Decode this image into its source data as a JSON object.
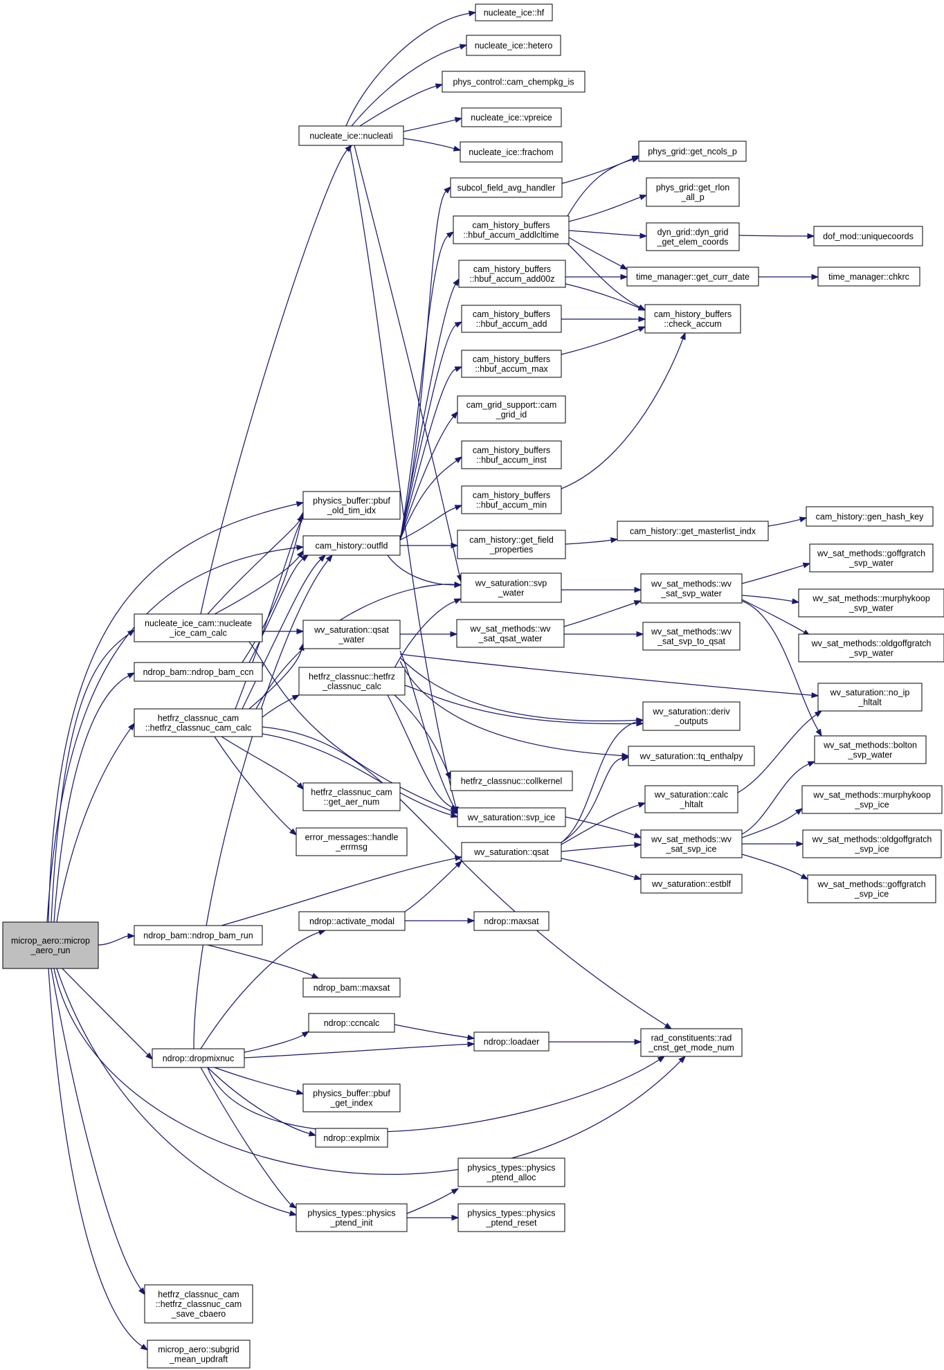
{
  "colors": {
    "edge": "#191970",
    "node_border": "#000000",
    "node_fill": "#ffffff",
    "root_fill": "#bfbfbf",
    "background": "#ffffff"
  },
  "nodes": {
    "root": [
      "microp_aero::microp",
      "_aero_run"
    ],
    "n_hf": [
      "nucleate_ice::hf"
    ],
    "n_hetero": [
      "nucleate_ice::hetero"
    ],
    "n_chempkg": [
      "phys_control::cam_chempkg_is"
    ],
    "n_vpreice": [
      "nucleate_ice::vpreice"
    ],
    "n_frachom": [
      "nucleate_ice::frachom"
    ],
    "n_nucleati": [
      "nucleate_ice::nucleati"
    ],
    "n_ncols": [
      "phys_grid::get_ncols_p"
    ],
    "n_subcol": [
      "subcol_field_avg_handler"
    ],
    "n_rlon": [
      "phys_grid::get_rlon",
      "_all_p"
    ],
    "n_addlcltime": [
      "cam_history_buffers",
      "::hbuf_accum_addlcltime"
    ],
    "n_dyngrid": [
      "dyn_grid::dyn_grid",
      "_get_elem_coords"
    ],
    "n_uniquecoords": [
      "dof_mod::uniquecoords"
    ],
    "n_add00z": [
      "cam_history_buffers",
      "::hbuf_accum_add00z"
    ],
    "n_currdate": [
      "time_manager::get_curr_date"
    ],
    "n_chkrc": [
      "time_manager::chkrc"
    ],
    "n_add": [
      "cam_history_buffers",
      "::hbuf_accum_add"
    ],
    "n_checkaccum": [
      "cam_history_buffers",
      "::check_accum"
    ],
    "n_max": [
      "cam_history_buffers",
      "::hbuf_accum_max"
    ],
    "n_gridid": [
      "cam_grid_support::cam",
      "_grid_id"
    ],
    "n_inst": [
      "cam_history_buffers",
      "::hbuf_accum_inst"
    ],
    "n_min": [
      "cam_history_buffers",
      "::hbuf_accum_min"
    ],
    "n_pbufold": [
      "physics_buffer::pbuf",
      "_old_tim_idx"
    ],
    "n_genhash": [
      "cam_history::gen_hash_key"
    ],
    "n_outfld": [
      "cam_history::outfld"
    ],
    "n_getfield": [
      "cam_history::get_field",
      "_properties"
    ],
    "n_masterlist": [
      "cam_history::get_masterlist_indx"
    ],
    "n_goffgratch_w": [
      "wv_sat_methods::goffgratch",
      "_svp_water"
    ],
    "n_svpwater": [
      "wv_saturation::svp",
      "_water"
    ],
    "n_wvsatsvpwater": [
      "wv_sat_methods::wv",
      "_sat_svp_water"
    ],
    "n_murphy_w": [
      "wv_sat_methods::murphykoop",
      "_svp_water"
    ],
    "n_nicecalc": [
      "nucleate_ice_cam::nucleate",
      "_ice_cam_calc"
    ],
    "n_qsatwater": [
      "wv_saturation::qsat",
      "_water"
    ],
    "n_wvsatqsat": [
      "wv_sat_methods::wv",
      "_sat_qsat_water"
    ],
    "n_svptoqsat": [
      "wv_sat_methods::wv",
      "_sat_svp_to_qsat"
    ],
    "n_oldgoff_w": [
      "wv_sat_methods::oldgoffgratch",
      "_svp_water"
    ],
    "n_bamccn": [
      "ndrop_bam::ndrop_bam_ccn"
    ],
    "n_classnuccalc": [
      "hetfrz_classnuc::hetfrz",
      "_classnuc_calc"
    ],
    "n_noip": [
      "wv_saturation::no_ip",
      "_hltalt"
    ],
    "n_derivout": [
      "wv_saturation::deriv",
      "_outputs"
    ],
    "n_hetfrzcalc": [
      "hetfrz_classnuc_cam",
      "::hetfrz_classnuc_cam_calc"
    ],
    "n_bolton": [
      "wv_sat_methods::bolton",
      "_svp_water"
    ],
    "n_tqenth": [
      "wv_saturation::tq_enthalpy"
    ],
    "n_collkernel": [
      "hetfrz_classnuc::collkernel"
    ],
    "n_aernum": [
      "hetfrz_classnuc_cam",
      "::get_aer_num"
    ],
    "n_calchltalt": [
      "wv_saturation::calc",
      "_hltalt"
    ],
    "n_murphy_i": [
      "wv_sat_methods::murphykoop",
      "_svp_ice"
    ],
    "n_svpice": [
      "wv_saturation::svp_ice"
    ],
    "n_errmsg": [
      "error_messages::handle",
      "_errmsg"
    ],
    "n_wvsatsvpice": [
      "wv_sat_methods::wv",
      "_sat_svp_ice"
    ],
    "n_oldgoff_i": [
      "wv_sat_methods::oldgoffgratch",
      "_svp_ice"
    ],
    "n_qsat": [
      "wv_saturation::qsat"
    ],
    "n_estblf": [
      "wv_saturation::estblf"
    ],
    "n_goff_i": [
      "wv_sat_methods::goffgratch",
      "_svp_ice"
    ],
    "n_activate": [
      "ndrop::activate_modal"
    ],
    "n_ndropmaxsat": [
      "ndrop::maxsat"
    ],
    "n_bamrun": [
      "ndrop_bam::ndrop_bam_run"
    ],
    "n_bammaxsat": [
      "ndrop_bam::maxsat"
    ],
    "n_ccncalc": [
      "ndrop::ccncalc"
    ],
    "n_radcnst": [
      "rad_constituents::rad",
      "_cnst_get_mode_num"
    ],
    "n_loadaer": [
      "ndrop::loadaer"
    ],
    "n_dropmix": [
      "ndrop::dropmixnuc"
    ],
    "n_pbufidx": [
      "physics_buffer::pbuf",
      "_get_index"
    ],
    "n_explmix": [
      "ndrop::explmix"
    ],
    "n_ptalloc": [
      "physics_types::physics",
      "_ptend_alloc"
    ],
    "n_ptinit": [
      "physics_types::physics",
      "_ptend_init"
    ],
    "n_ptreset": [
      "physics_types::physics",
      "_ptend_reset"
    ],
    "n_savecbaero": [
      "hetfrz_classnuc_cam",
      "::hetfrz_classnuc_cam",
      "_save_cbaero"
    ],
    "n_subgrid": [
      "microp_aero::subgrid",
      "_mean_updraft"
    ]
  }
}
